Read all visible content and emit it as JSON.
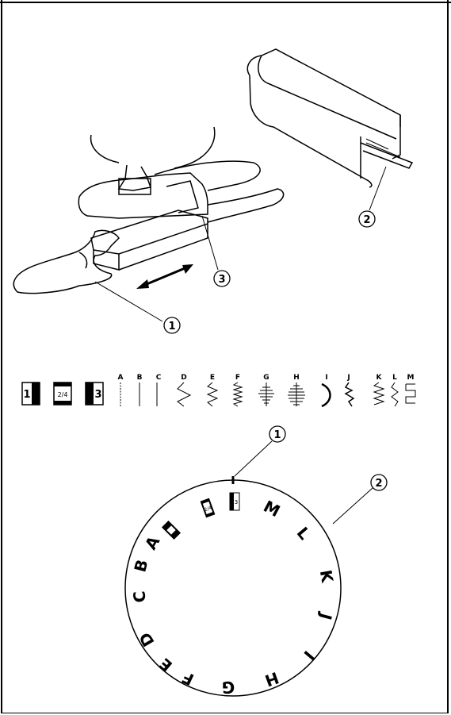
{
  "callouts": {
    "top_arm_number": "1",
    "top_cover_number": "2",
    "top_slider_number": "3",
    "dial_pointer_number": "1",
    "dial_ring_number": "2"
  },
  "position_icons": [
    "1",
    "2/4",
    "3"
  ],
  "stitch_letters": [
    "A",
    "B",
    "C",
    "D",
    "E",
    "F",
    "G",
    "H",
    "I",
    "J",
    "K",
    "L",
    "M"
  ],
  "dial_letters": [
    "A",
    "B",
    "C",
    "D",
    "E",
    "F",
    "G",
    "H",
    "I",
    "J",
    "K",
    "L",
    "M"
  ],
  "dial_icons": [
    "2/4",
    "3"
  ]
}
